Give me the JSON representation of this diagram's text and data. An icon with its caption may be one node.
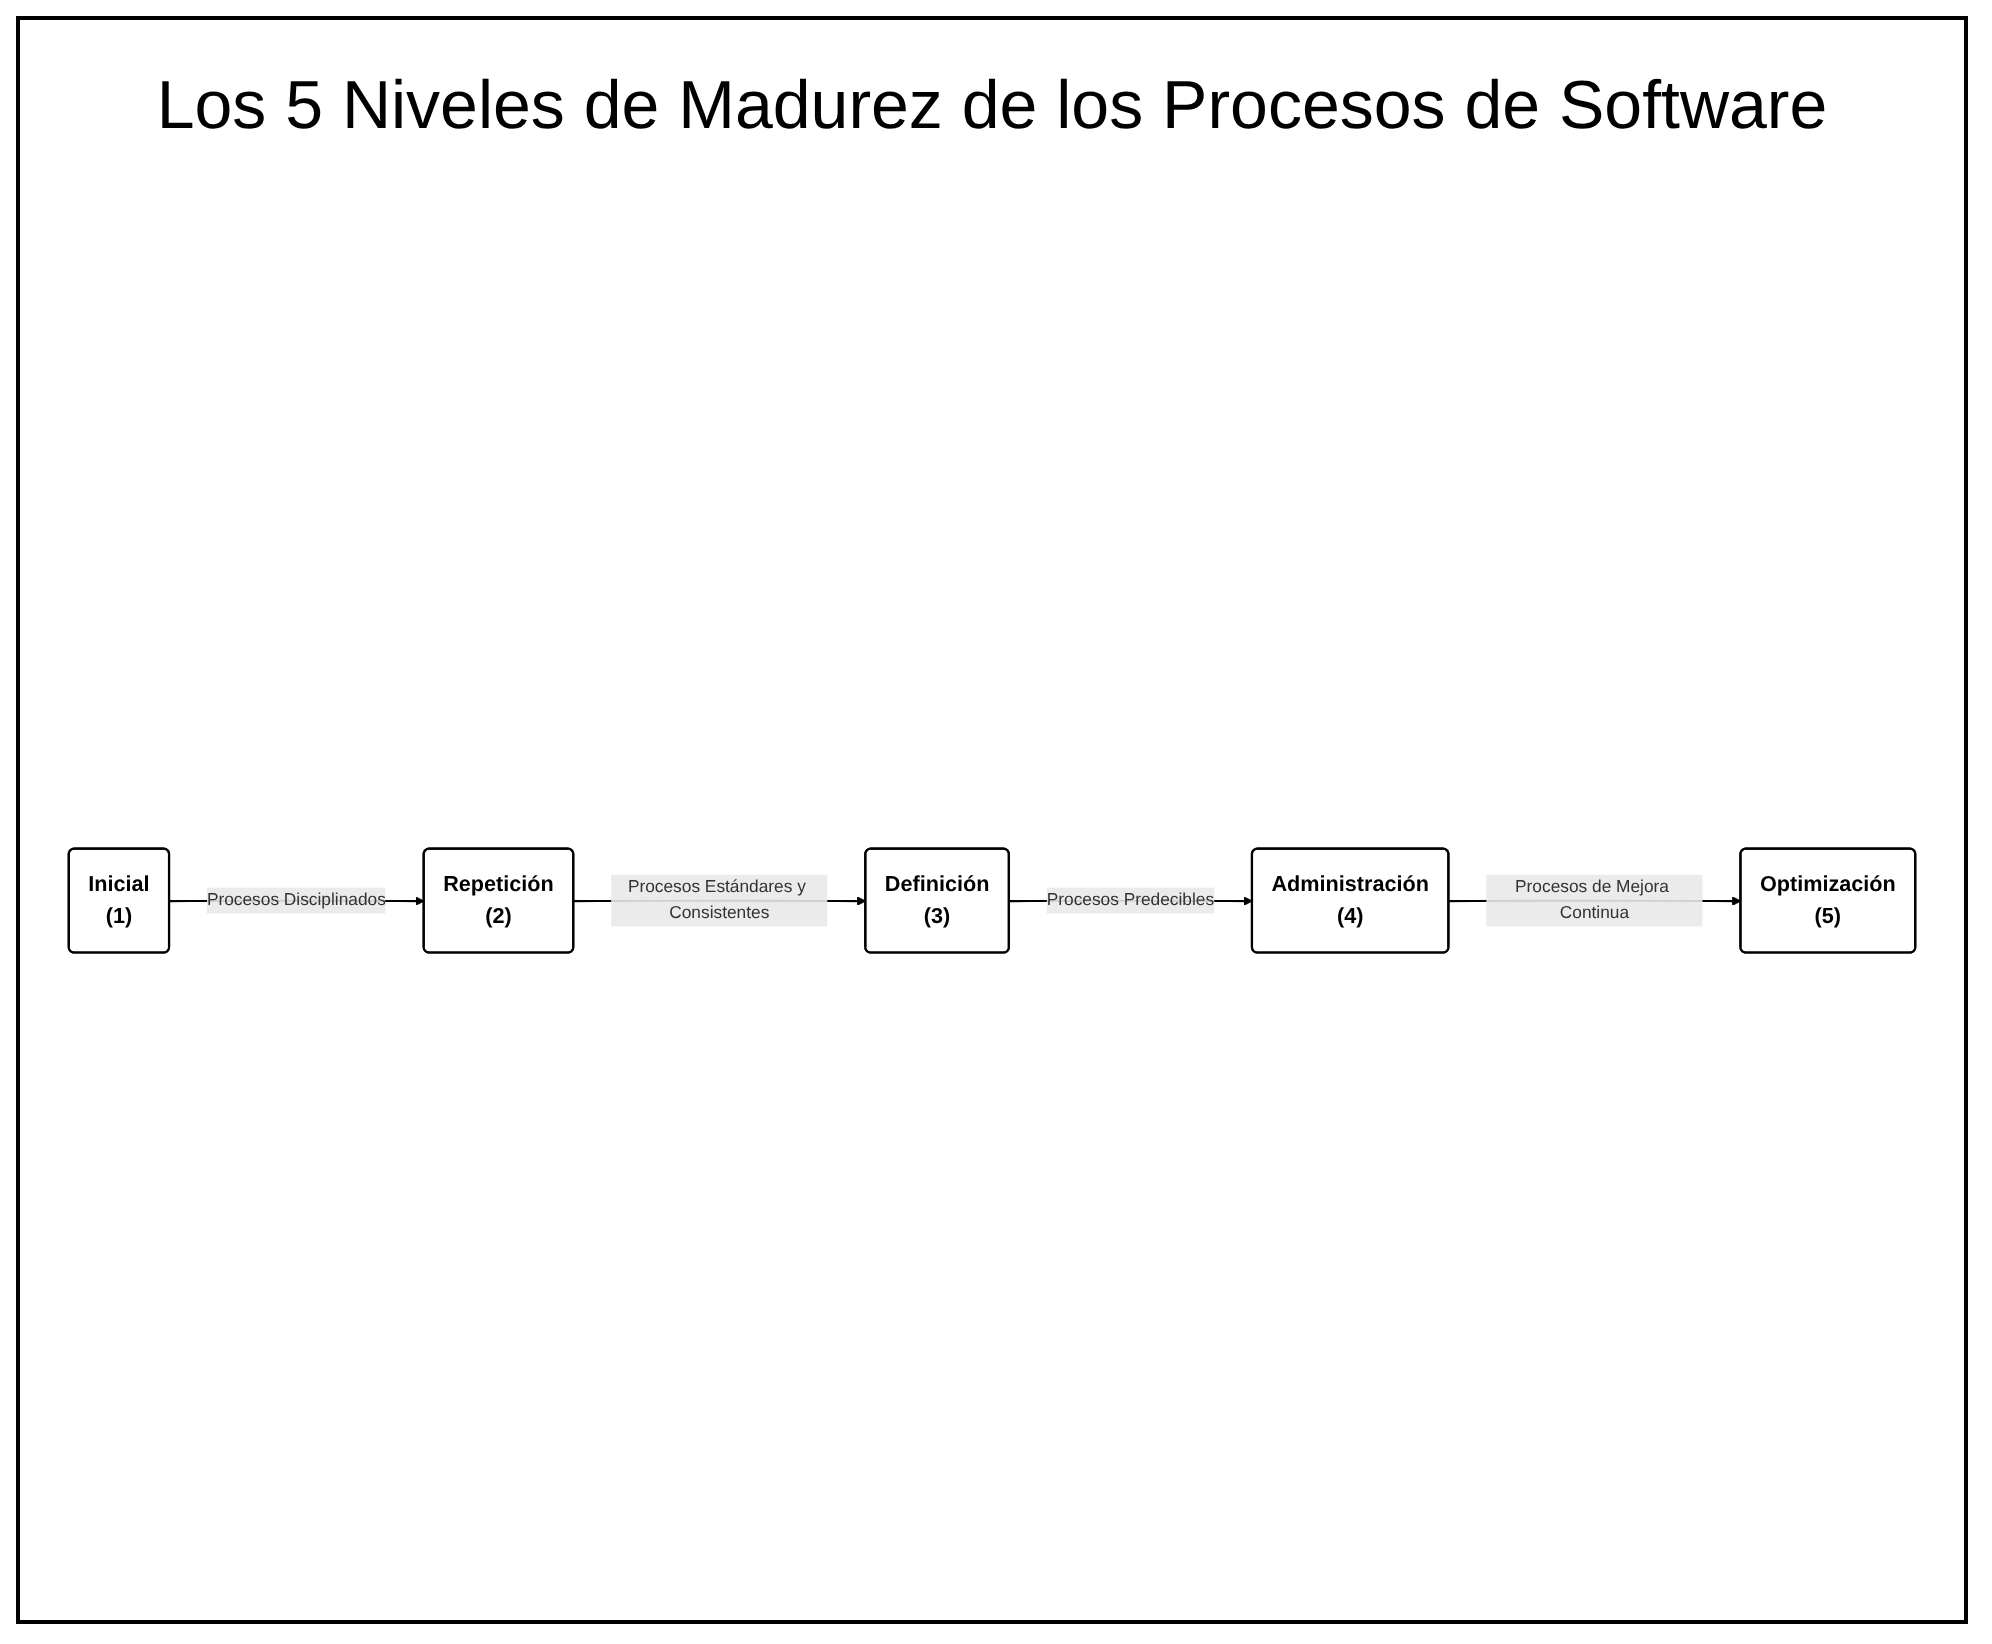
{
  "diagram": {
    "title": "Los 5 Niveles de Madurez de los Procesos de Software",
    "nodes": [
      {
        "text": [
          "Inicial",
          "(1)"
        ]
      },
      {
        "text": [
          "Repetición",
          "(2)"
        ]
      },
      {
        "text": [
          "Definición",
          "(3)"
        ]
      },
      {
        "text": [
          "Administración",
          "(4)"
        ]
      },
      {
        "text": [
          "Optimización",
          "(5)"
        ]
      }
    ],
    "edges": [
      {
        "from": 0,
        "to": 1,
        "arrow": "to",
        "label": "Procesos Disciplinados"
      },
      {
        "from": 1,
        "to": 2,
        "arrow": "to",
        "label": "Procesos Estándares y Consistentes"
      },
      {
        "from": 2,
        "to": 3,
        "arrow": "to",
        "label": "Procesos Predecibles"
      },
      {
        "from": 3,
        "to": 4,
        "arrow": "to",
        "label": "Procesos de Mejora Continua"
      }
    ]
  }
}
